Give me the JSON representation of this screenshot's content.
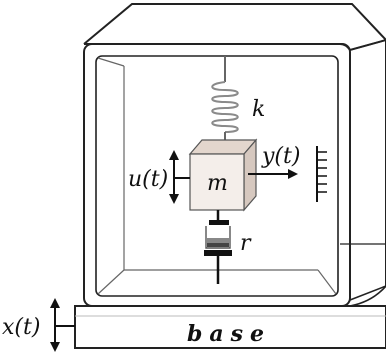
{
  "labels": {
    "stiffness": "k",
    "mass": "m",
    "damping": "r",
    "input": "u(t)",
    "output": "y(t)",
    "base_motion": "x(t)",
    "base": "base"
  },
  "icons": {
    "spring": "spring-icon",
    "damper": "damper-icon",
    "mass_block": "mass-block-icon",
    "sensor_scale": "scale-icon"
  },
  "colors": {
    "frame_fill": "#ffffff",
    "frame_stroke": "#222222",
    "mass_front": "#f4eeea",
    "mass_top": "#e3d6cd",
    "mass_side": "#d6c8bf",
    "spring": "#8a8a8a",
    "damper_dark": "#111111"
  }
}
